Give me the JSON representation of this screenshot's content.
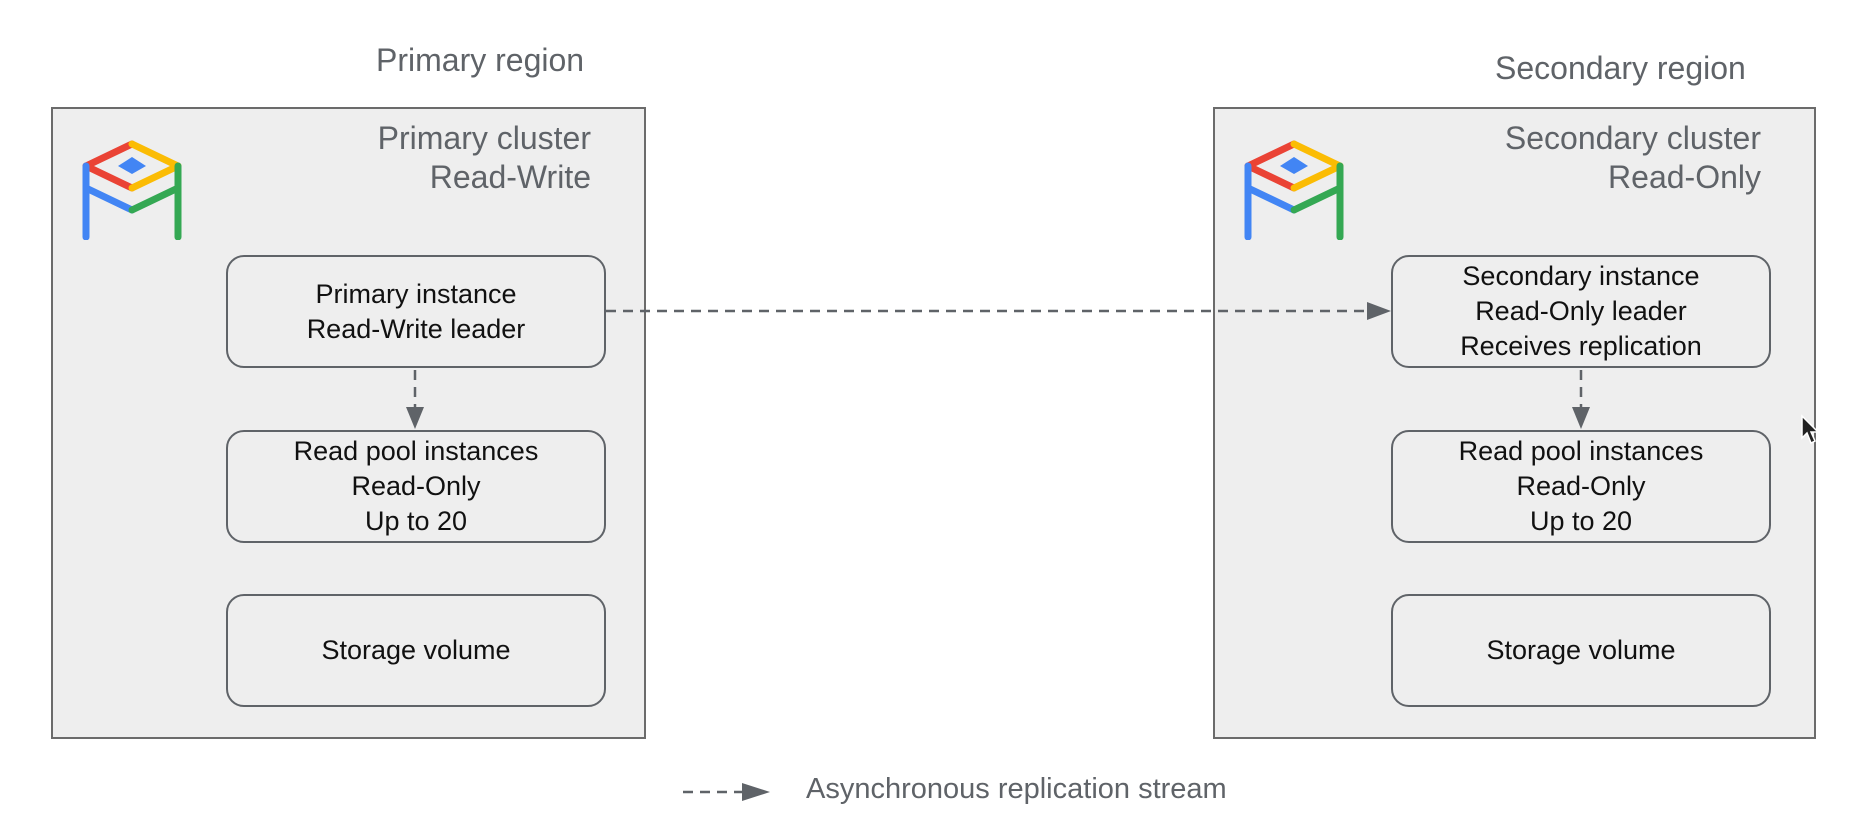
{
  "regions": [
    {
      "title": "Primary region",
      "cluster": {
        "title_line1": "Primary cluster",
        "title_line2": "Read-Write",
        "logo_icon": "alloydb-logo-icon",
        "leader": {
          "lines": [
            "Primary instance",
            "Read-Write leader"
          ]
        },
        "read_pool": {
          "lines": [
            "Read pool instances",
            "Read-Only",
            "Up to 20"
          ]
        },
        "storage": {
          "label": "Storage volume"
        }
      }
    },
    {
      "title": "Secondary region",
      "cluster": {
        "title_line1": "Secondary cluster",
        "title_line2": "Read-Only",
        "logo_icon": "alloydb-logo-icon",
        "leader": {
          "lines": [
            "Secondary instance",
            "Read-Only leader",
            "Receives replication"
          ]
        },
        "read_pool": {
          "lines": [
            "Read pool instances",
            "Read-Only",
            "Up to 20"
          ]
        },
        "storage": {
          "label": "Storage volume"
        }
      }
    }
  ],
  "legend": {
    "label": "Asynchronous replication stream",
    "icon": "dashed-arrow-icon"
  },
  "colors": {
    "cluster_fill": "#eeeeee",
    "border": "#5f6368",
    "arrow": "#5f6368",
    "logo_red": "#ea4335",
    "logo_yellow": "#fbbc04",
    "logo_blue": "#4285f4",
    "logo_green": "#34a853"
  }
}
